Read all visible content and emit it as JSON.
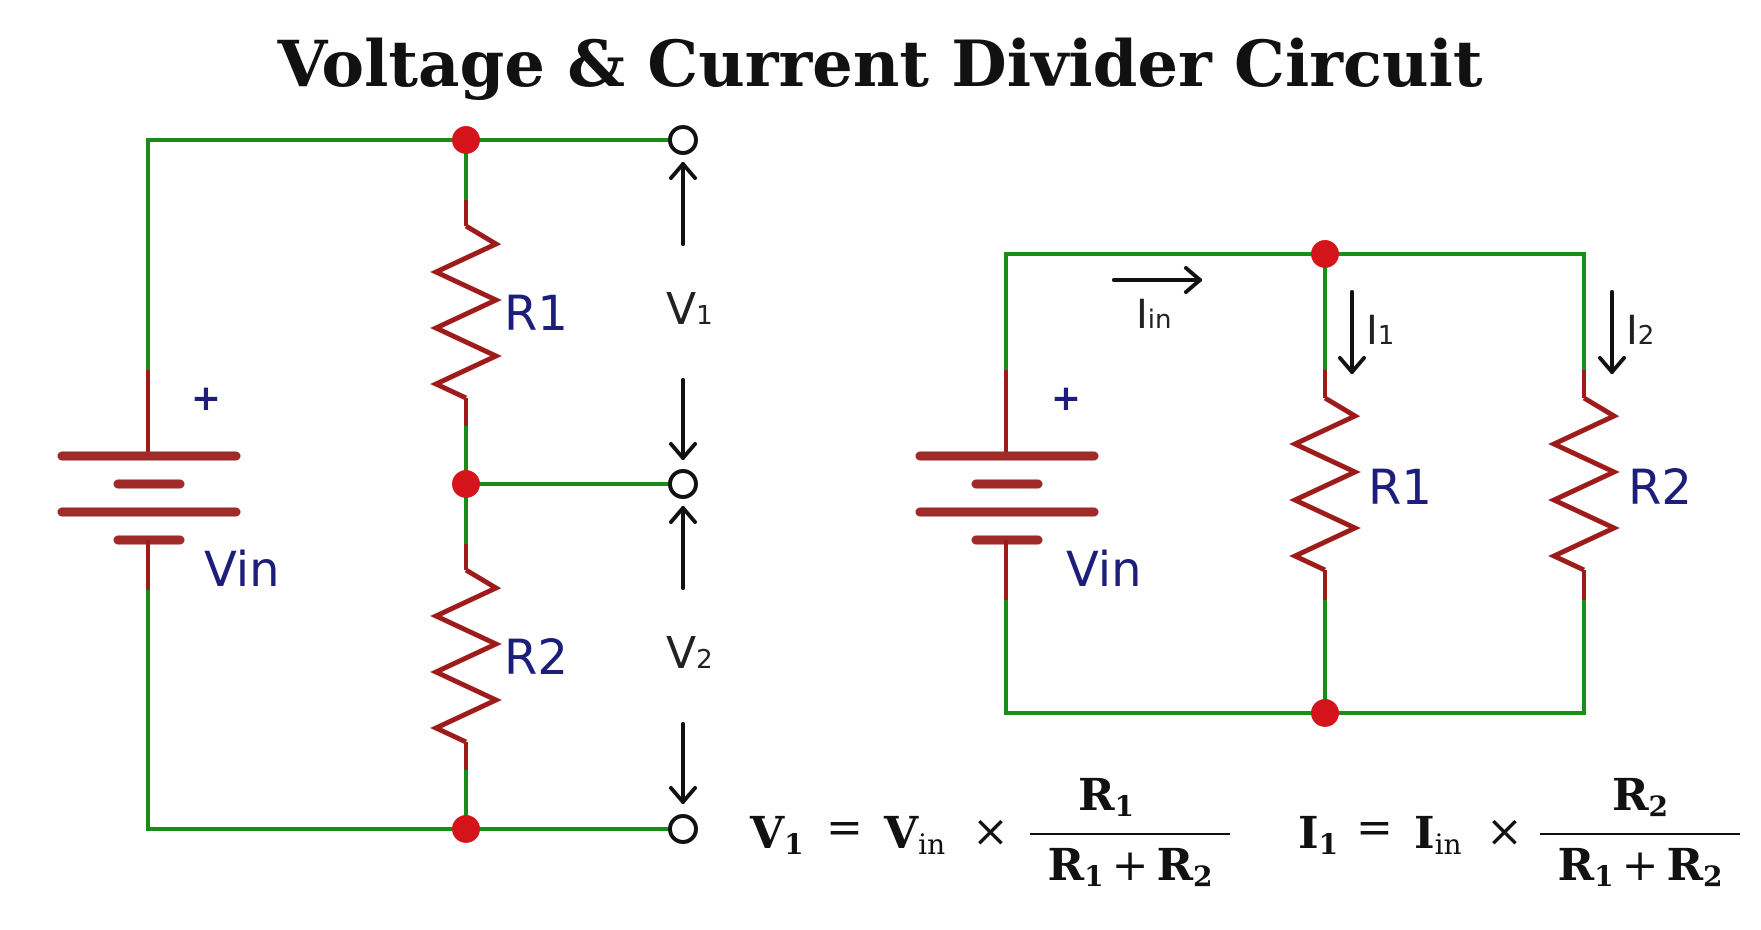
{
  "title": "Voltage & Current Divider Circuit",
  "voltage_divider": {
    "source_label": "Vin",
    "source_polarity": "+",
    "resistor_top": "R1",
    "resistor_bottom": "R2",
    "v1": {
      "main": "V",
      "sub": "1"
    },
    "v2": {
      "main": "V",
      "sub": "2"
    }
  },
  "current_divider": {
    "source_label": "Vin",
    "source_polarity": "+",
    "resistor_left": "R1",
    "resistor_right": "R2",
    "iin": {
      "main": "I",
      "sub": "in"
    },
    "i1": {
      "main": "I",
      "sub": "1"
    },
    "i2": {
      "main": "I",
      "sub": "2"
    }
  },
  "formulas": {
    "voltage": {
      "lhs_main": "V",
      "lhs_sub": "1",
      "equals": "=",
      "rhs_main": "V",
      "rhs_sub": "in",
      "times": "×",
      "num_main": "R",
      "num_sub": "1",
      "den_a_main": "R",
      "den_a_sub": "1",
      "plus": "+",
      "den_b_main": "R",
      "den_b_sub": "2"
    },
    "current": {
      "lhs_main": "I",
      "lhs_sub": "1",
      "equals": "=",
      "rhs_main": "I",
      "rhs_sub": "in",
      "times": "×",
      "num_main": "R",
      "num_sub": "2",
      "den_a_main": "R",
      "den_a_sub": "1",
      "plus": "+",
      "den_b_main": "R",
      "den_b_sub": "2"
    }
  },
  "colors": {
    "wire": "#1a8c1a",
    "resistor": "#9e1b1b",
    "node": "#d4141a",
    "label": "#1d1d7a"
  }
}
